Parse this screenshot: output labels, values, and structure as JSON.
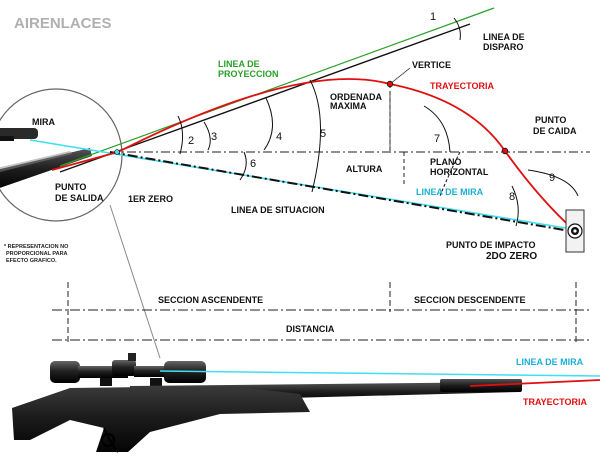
{
  "brand": "AIRENLACES",
  "colors": {
    "trajectory": "#e01010",
    "sight_line": "#40e0f0",
    "projection_line": "#2aa02a",
    "fire_line": "#111111",
    "brand": "#b0b0b0"
  },
  "labels": {
    "linea_de_disparo": [
      "LINEA DE",
      "DISPARO"
    ],
    "linea_de_proyeccion": [
      "LINEA DE",
      "PROYECCION"
    ],
    "vertice": "VERTICE",
    "trayectoria": "TRAYECTORIA",
    "ordenada_maxima": [
      "ORDENADA",
      "MAXIMA"
    ],
    "punto_de_caida": [
      "PUNTO",
      "DE CAIDA"
    ],
    "mira": "MIRA",
    "punto_de_salida": [
      "PUNTO",
      "DE SALIDA"
    ],
    "primer_zero": "1ER ZERO",
    "altura": "ALTURA",
    "plano_horizontal": [
      "PLANO",
      "HORIZONTAL"
    ],
    "linea_de_mira": "LINEA DE MIRA",
    "linea_de_situacion": "LINEA DE SITUACION",
    "punto_de_impacto": "PUNTO DE IMPACTO",
    "segundo_zero": "2DO ZERO",
    "note": [
      "* REPRESENTACION NO",
      "PROPORCIONAL PARA",
      "EFECTO GRAFICO."
    ],
    "seccion_ascendente": "SECCION ASCENDENTE",
    "seccion_descendente": "SECCION DESCENDENTE",
    "distancia": "DISTANCIA",
    "bottom_linea_de_mira": "LINEA DE MIRA",
    "bottom_trayectoria": "TRAYECTORIA"
  },
  "angle_numbers": [
    "1",
    "2",
    "3",
    "4",
    "5",
    "6",
    "7",
    "8",
    "9"
  ]
}
